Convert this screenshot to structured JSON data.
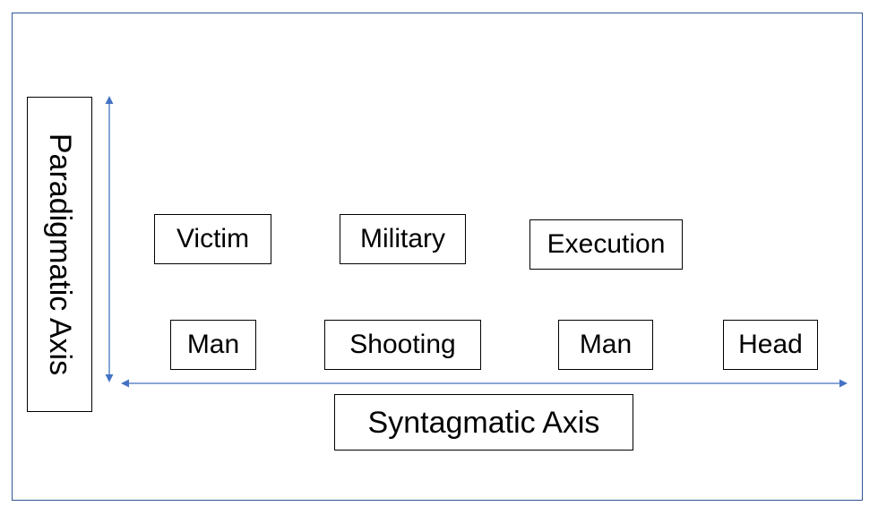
{
  "diagram": {
    "row_paradigmatic": [
      "Victim",
      "Military",
      "Execution"
    ],
    "row_syntagmatic": [
      "Man",
      "Shooting",
      "Man",
      "Head"
    ],
    "vertical_axis_label": "Paradigmatic Axis",
    "horizontal_axis_label": "Syntagmatic Axis",
    "colors": {
      "frame": "#2f5597",
      "arrow": "#4472c4",
      "box_border": "#000000"
    }
  }
}
